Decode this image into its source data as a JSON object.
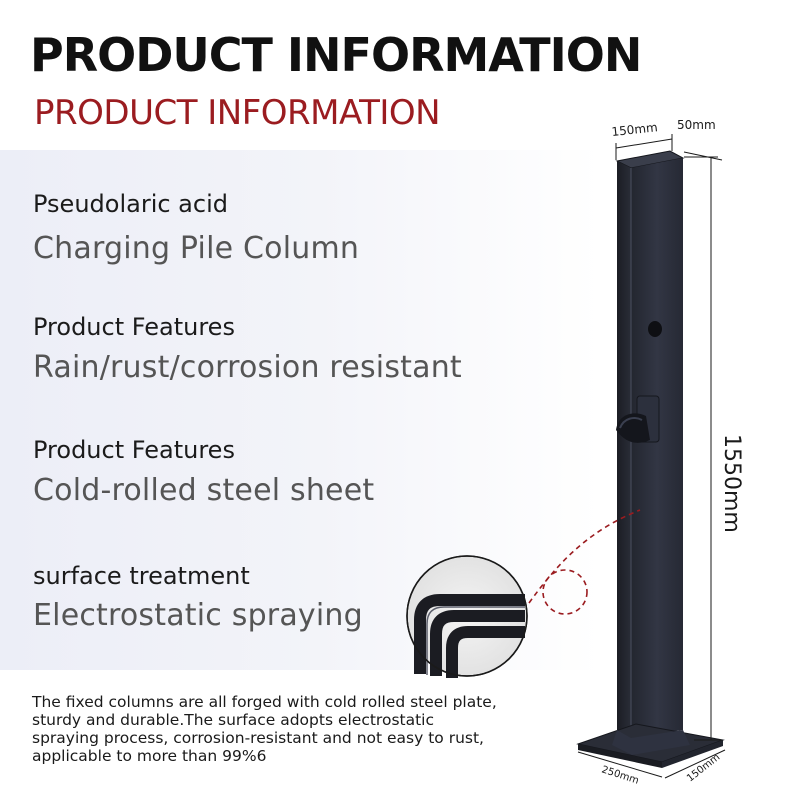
{
  "header": {
    "title": "PRODUCT INFORMATION",
    "subtitle": "PRODUCT INFORMATION"
  },
  "specs": [
    {
      "label": "Pseudolaric acid",
      "value": "Charging Pile Column"
    },
    {
      "label": "Product Features",
      "value": "Rain/rust/corrosion resistant"
    },
    {
      "label": "Product Features",
      "value": "Cold-rolled steel sheet"
    },
    {
      "label": "surface treatment",
      "value": "Electrostatic spraying"
    }
  ],
  "description": "The fixed columns are all forged with cold rolled steel plate, sturdy and durable.The surface adopts electrostatic spraying process, corrosion-resistant and not easy to rust, applicable to more than 99%6",
  "dimensions": {
    "top_width": "150mm",
    "top_depth": "50mm",
    "height": "1550mm",
    "base_width": "250mm",
    "base_depth": "150mm"
  },
  "colors": {
    "title": "#111111",
    "subtitle": "#9b1c20",
    "column": "#2b2f3c",
    "accent_dashed": "#9b1c20"
  },
  "icons": {
    "hook": "charging-gun-holder-icon",
    "cable_hole": "cable-hole-icon"
  }
}
